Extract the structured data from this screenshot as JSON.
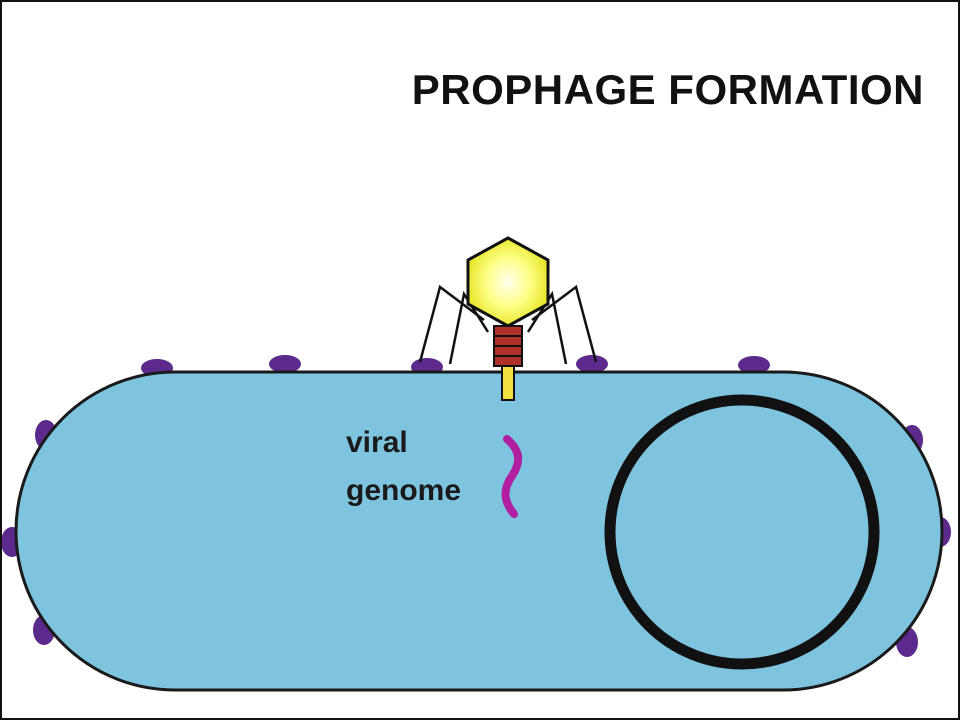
{
  "title": "PROPHAGE FORMATION",
  "labels": {
    "viral": "viral",
    "genome": "genome"
  },
  "colors": {
    "cell_fill": "#7ec4df",
    "cell_outline": "#1a1a1a",
    "receptor": "#5b2a8c",
    "phage_head": "#ffff66",
    "phage_tail_core": "#d4b800",
    "phage_collar": "#b0302a",
    "viral_genome": "#b01fa0",
    "bacterial_chromosome": "#111111"
  },
  "icons": [
    "bacteriophage-icon",
    "bacterial-cell-icon",
    "bacterial-chromosome-icon",
    "viral-genome-strand-icon"
  ]
}
